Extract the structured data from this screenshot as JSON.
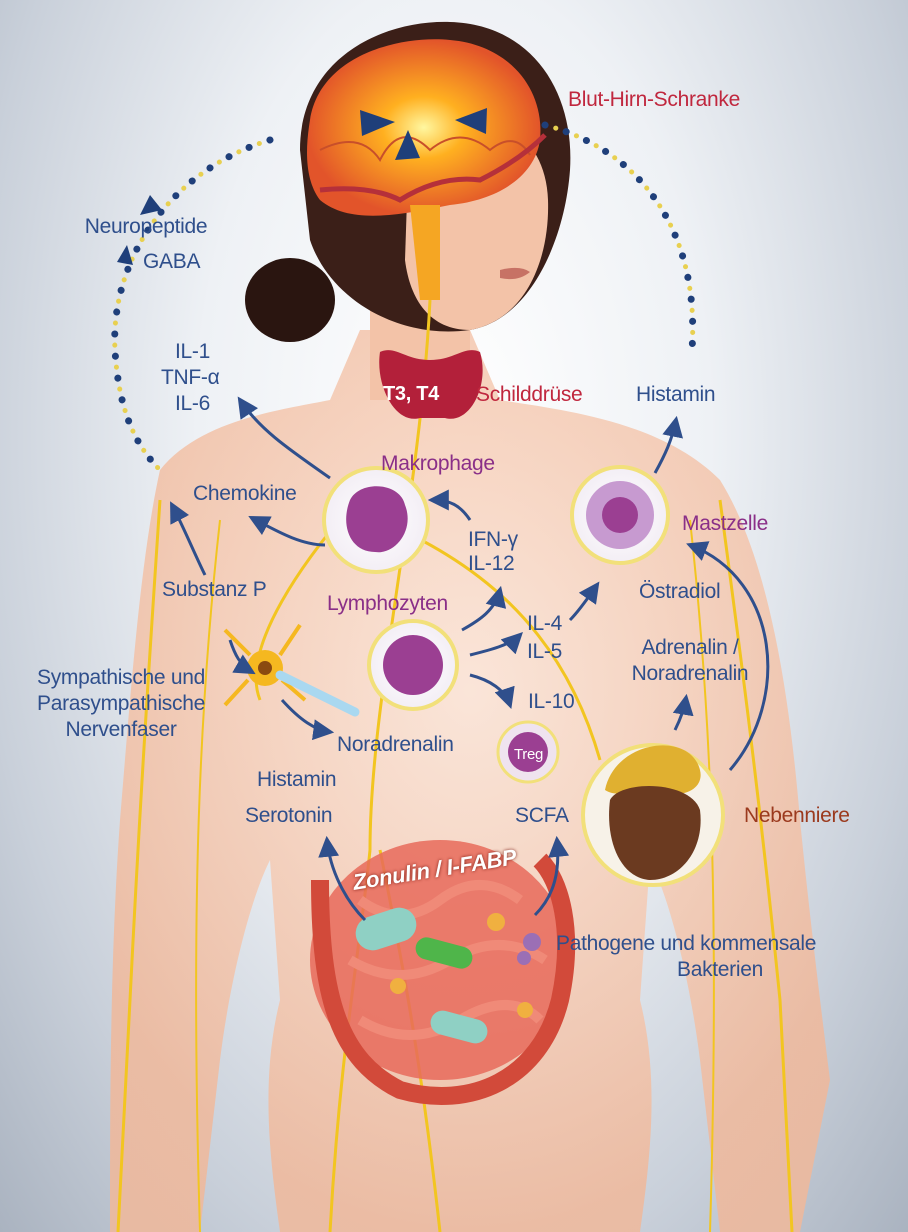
{
  "labels": {
    "blood_brain_barrier": "Blut-Hirn-Schranke",
    "neuropeptide": "Neuropeptide",
    "gaba": "GABA",
    "il1": "IL-1",
    "tnf": "TNF-α",
    "il6": "IL-6",
    "t3t4": "T3, T4",
    "thyroid": "Schilddrüse",
    "histamin_top": "Histamin",
    "macrophage": "Makrophage",
    "chemokine": "Chemokine",
    "ifn": "IFN-γ",
    "il12": "IL-12",
    "mast_cell": "Mastzelle",
    "substance_p": "Substanz P",
    "lymphocytes": "Lymphozyten",
    "estradiol": "Östradiol",
    "il4": "IL-4",
    "il5": "IL-5",
    "adrenaline_1": "Adrenalin /",
    "adrenaline_2": "Noradrenalin",
    "nerve_1": "Sympathische und",
    "nerve_2": "Parasympathische",
    "nerve_3": "Nervenfaser",
    "il10": "IL-10",
    "noradrenalin": "Noradrenalin",
    "treg": "Treg",
    "histamin_gut": "Histamin",
    "serotonin": "Serotonin",
    "scfa": "SCFA",
    "adrenal_gland": "Nebenniere",
    "zonulin": "Zonulin / I-FABP",
    "bacteria_1": "Pathogene und kommensale",
    "bacteria_2": "Bakterien"
  },
  "colors": {
    "label_blue": "#2f4f8c",
    "label_red": "#c0273e",
    "label_purple": "#8a2f88",
    "label_brown": "#9b3a1e",
    "nerve_yellow": "#f2c520",
    "thyroid": "#b3203a"
  }
}
